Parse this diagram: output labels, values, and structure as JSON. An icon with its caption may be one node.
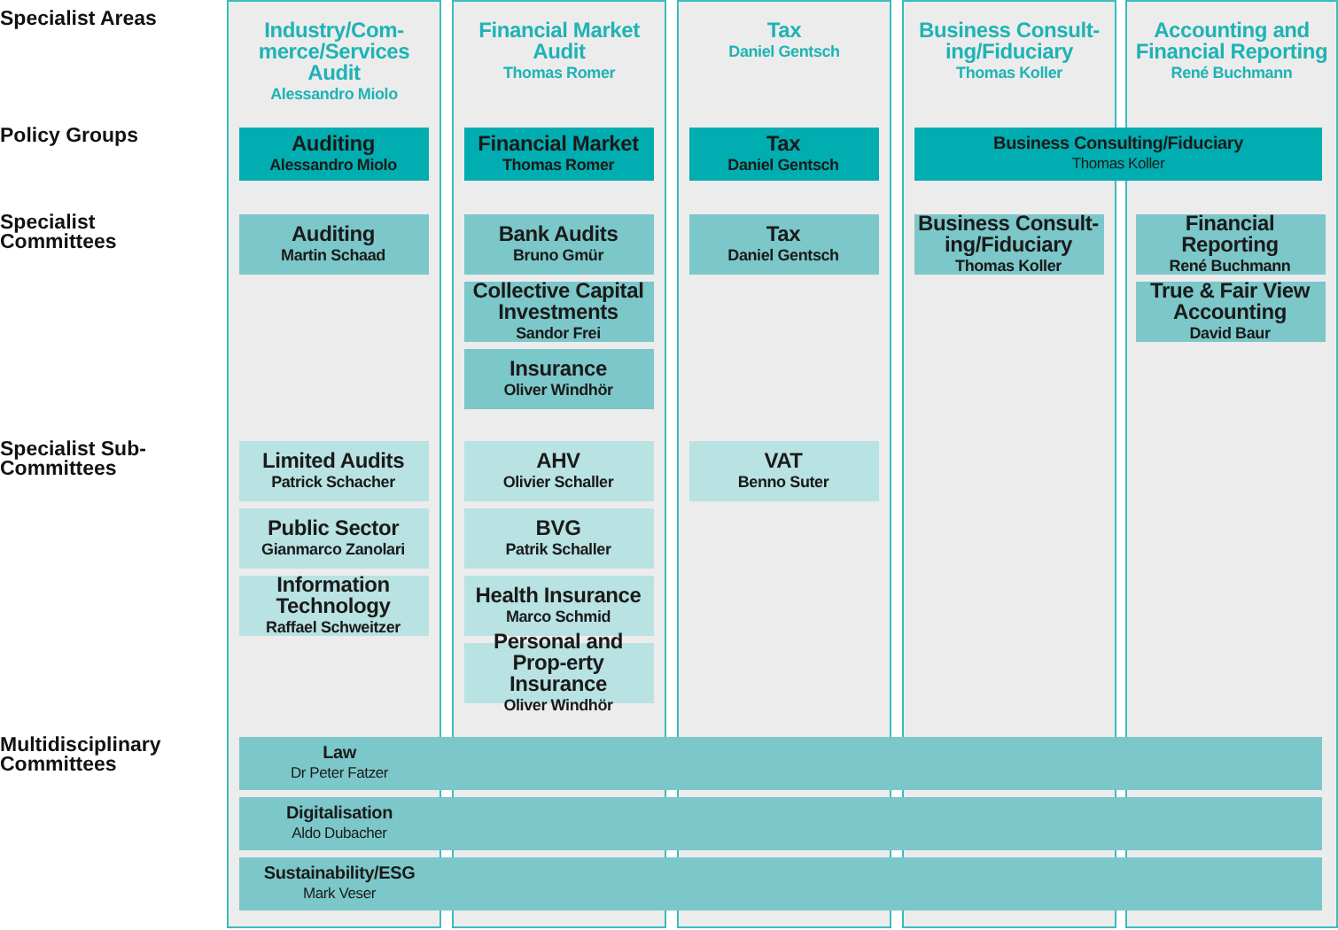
{
  "diagram": {
    "nodes": [
      {
        "text": [
          "Industry/Com-merce/Services Audit",
          "Alessandro Miolo"
        ]
      },
      {
        "text": [
          "Financial Market Audit",
          "Thomas Romer"
        ]
      },
      {
        "text": [
          "Tax",
          "Daniel Gentsch"
        ]
      },
      {
        "text": [
          "Business Consult-ing/Fiduciary",
          "Thomas Koller"
        ]
      },
      {
        "text": [
          "Accounting and Financial Reporting",
          "René Buchmann"
        ]
      },
      {
        "text": [
          "Auditing",
          "Alessandro Miolo"
        ],
        "in": 0
      },
      {
        "text": [
          "Financial Market",
          "Thomas Romer"
        ],
        "in": 1
      },
      {
        "text": [
          "Tax",
          "Daniel Gentsch"
        ],
        "in": 2
      },
      {
        "text": [
          "Business Consulting/Fiduciary",
          "Thomas Koller"
        ]
      },
      {
        "text": [
          "Auditing",
          "Martin Schaad"
        ],
        "in": 0
      },
      {
        "text": [
          "Bank Audits",
          "Bruno Gmür"
        ],
        "in": 1
      },
      {
        "text": [
          "Tax",
          "Daniel Gentsch"
        ],
        "in": 2
      },
      {
        "text": [
          "Business Consult-ing/Fiduciary",
          "Thomas Koller"
        ],
        "in": 3
      },
      {
        "text": [
          "Financial Reporting",
          "René Buchmann"
        ],
        "in": 4
      },
      {
        "text": [
          "Collective Capital Investments",
          "Sandor Frei"
        ],
        "in": 1
      },
      {
        "text": [
          "True & Fair View Accounting",
          "David Baur"
        ],
        "in": 4
      },
      {
        "text": [
          "Insurance",
          "Oliver Windhör"
        ],
        "in": 1
      },
      {
        "text": [
          "Limited Audits",
          "Patrick Schacher"
        ],
        "in": 0
      },
      {
        "text": [
          "AHV",
          "Olivier Schaller"
        ],
        "in": 1
      },
      {
        "text": [
          "VAT",
          "Benno Suter"
        ],
        "in": 2
      },
      {
        "text": [
          "Public Sector",
          "Gianmarco Zanolari"
        ],
        "in": 0
      },
      {
        "text": [
          "BVG",
          "Patrik Schaller"
        ],
        "in": 1
      },
      {
        "text": [
          "Information Technology",
          "Raffael Schweitzer"
        ],
        "in": 0
      },
      {
        "text": [
          "Health Insurance",
          "Marco Schmid"
        ],
        "in": 1
      },
      {
        "text": [
          "Personal and Prop-erty Insurance",
          "Oliver Windhör"
        ],
        "in": 1
      },
      {
        "text": [
          "Law",
          "Dr Peter Fatzer"
        ]
      },
      {
        "text": [
          "Digitalisation",
          "Aldo Dubacher"
        ]
      },
      {
        "text": [
          "Sustainability/ESG",
          "Mark Veser"
        ]
      }
    ],
    "labels": [
      "Specialist Areas",
      "Policy Groups",
      "Specialist Committees",
      "Specialist Sub-Committees",
      "Multidisciplinary Committees"
    ]
  }
}
